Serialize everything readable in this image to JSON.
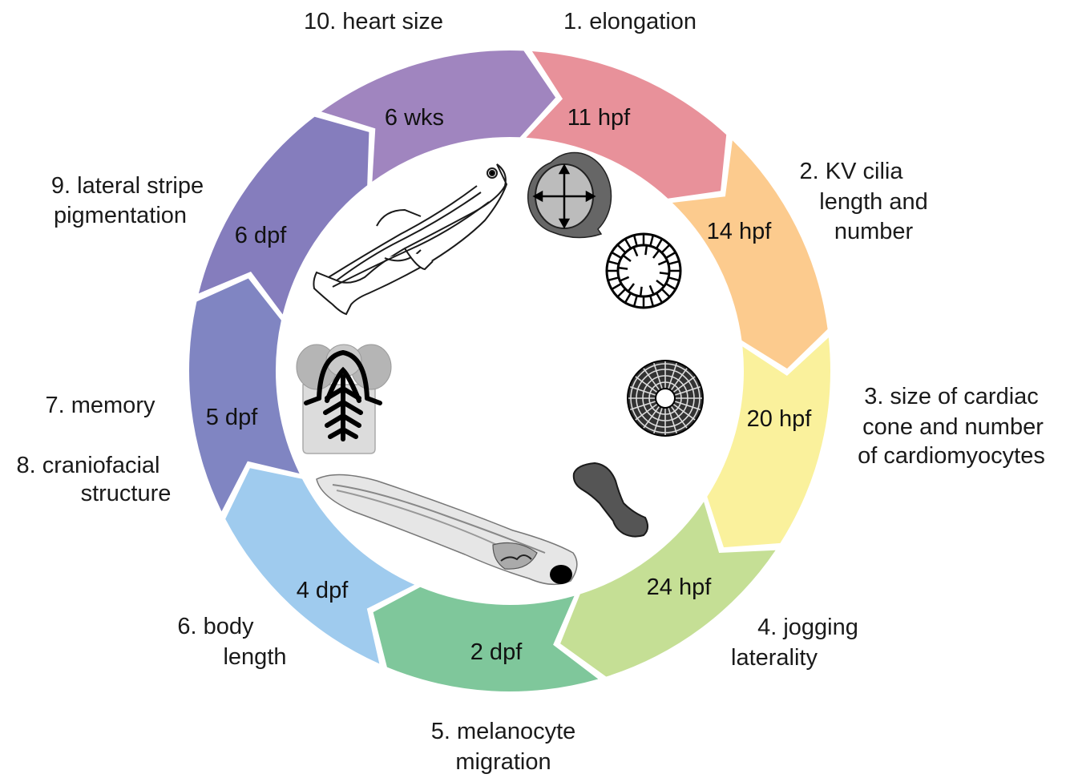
{
  "segments": [
    {
      "stage": "11 hpf",
      "color": "#E8919A",
      "labels": [
        "1. elongation"
      ]
    },
    {
      "stage": "14 hpf",
      "color": "#FCCB8E",
      "labels": [
        "2. KV cilia",
        "length and",
        "number"
      ]
    },
    {
      "stage": "20 hpf",
      "color": "#FAF19C",
      "labels": [
        "3. size of cardiac",
        "cone and number",
        "of cardiomyocytes"
      ]
    },
    {
      "stage": "24 hpf",
      "color": "#C5DF95",
      "labels": [
        "4. jogging",
        "laterality"
      ]
    },
    {
      "stage": "2 dpf",
      "color": "#7FC79B",
      "labels": [
        "5. melanocyte",
        "migration"
      ]
    },
    {
      "stage": "4 dpf",
      "color": "#9FCBEE",
      "labels": [
        "6. body",
        "length"
      ]
    },
    {
      "stage": "5 dpf",
      "color": "#8085C2",
      "labels": [
        "7. memory",
        "8. craniofacial",
        "structure"
      ]
    },
    {
      "stage": "6 dpf",
      "color": "#857DBD",
      "labels": [
        "9. lateral stripe",
        "pigmentation"
      ]
    },
    {
      "stage": "6 wks",
      "color": "#A085BF",
      "labels": [
        "10. heart size"
      ]
    }
  ],
  "icons": [
    "embryo-elongation-icon",
    "kupffer-vesicle-icon",
    "cardiac-cone-icon",
    "heart-tube-icon",
    "larva-icon",
    "cartilage-head-icon",
    "adult-fish-icon"
  ]
}
